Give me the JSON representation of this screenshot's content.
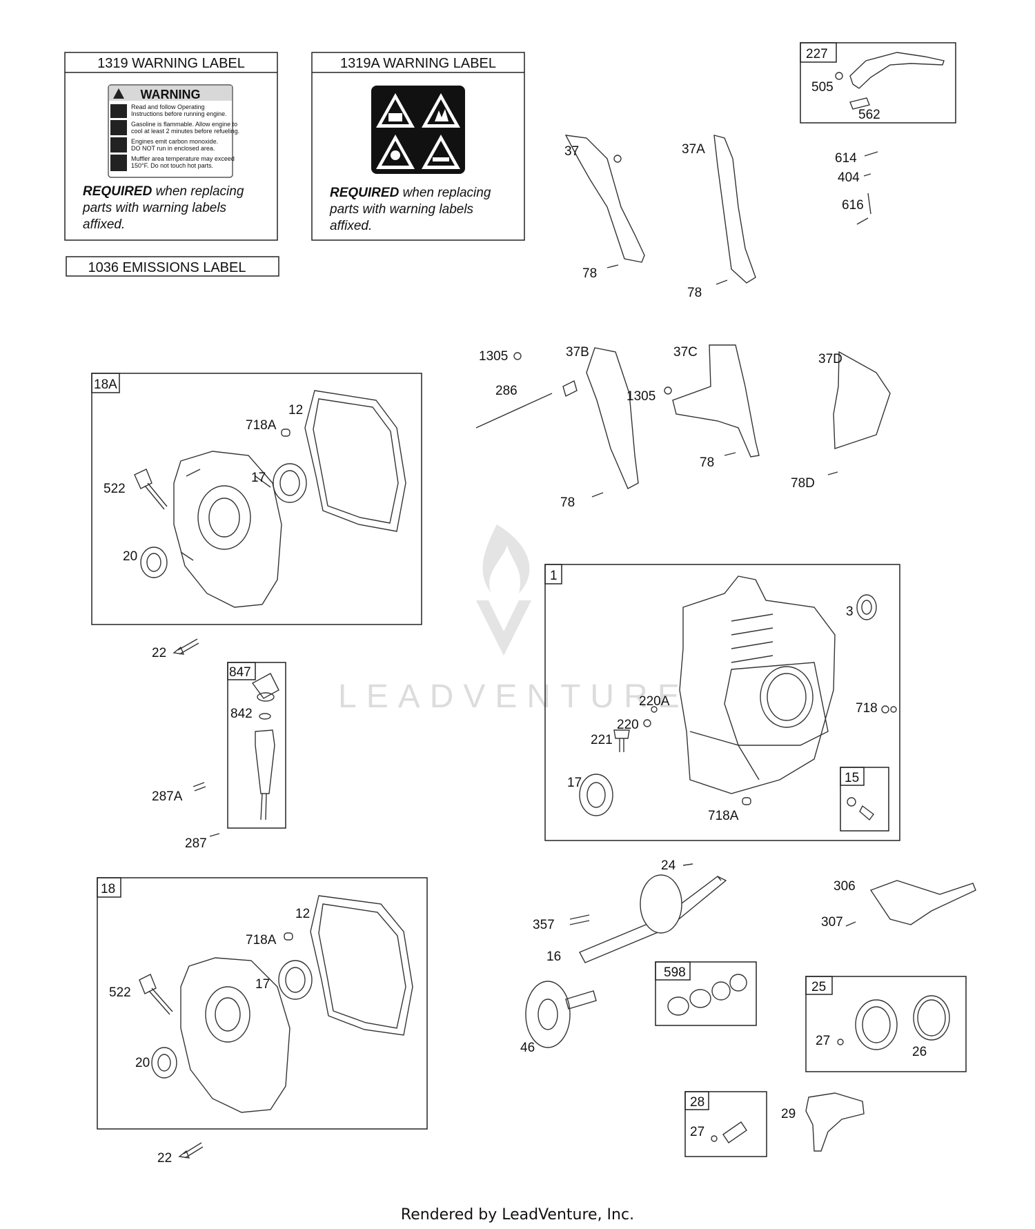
{
  "warning_labels": [
    {
      "header": "1319 WARNING LABEL",
      "required_bold": "REQUIRED",
      "required_rest": " when replacing",
      "line2": "parts with warning labels",
      "line3": "affixed."
    },
    {
      "header": "1319A WARNING LABEL",
      "required_bold": "REQUIRED",
      "required_rest": " when replacing",
      "line2": "parts with warning labels",
      "line3": "affixed."
    }
  ],
  "warning_sticker": {
    "title": "WARNING",
    "lines": [
      "Read and follow Operating",
      "Instructions before running engine.",
      "Gasoline is flammable. Allow engine to",
      "cool at least 2 minutes before refueling.",
      "Engines emit carbon monoxide.",
      "DO NOT run in enclosed area.",
      "Muffler area temperature may exceed",
      "150°F. Do not touch hot parts."
    ]
  },
  "emissions_label": "1036 EMISSIONS LABEL",
  "boxes": {
    "b227": "227",
    "b18a": "18A",
    "b847": "847",
    "b1": "1",
    "b15": "15",
    "b18": "18",
    "b598": "598",
    "b25": "25",
    "b28": "28"
  },
  "callouts": {
    "c505": "505",
    "c562": "562",
    "c37": "37",
    "c37a": "37A",
    "c614": "614",
    "c404": "404",
    "c616": "616",
    "c78a": "78",
    "c78b": "78",
    "c1305a": "1305",
    "c286": "286",
    "c37b": "37B",
    "c37c": "37C",
    "c1305b": "1305",
    "c37d": "37D",
    "c78c": "78",
    "c78d": "78",
    "c78dd": "78D",
    "c718a_1": "718A",
    "c12_1": "12",
    "c17_1": "17",
    "c522_1": "522",
    "c20_1": "20",
    "c22_1": "22",
    "c842": "842",
    "c287a": "287A",
    "c287": "287",
    "c3": "3",
    "c220a": "220A",
    "c220": "220",
    "c221": "221",
    "c718": "718",
    "c17_2": "17",
    "c718a_2": "718A",
    "c718a_3": "718A",
    "c12_2": "12",
    "c17_3": "17",
    "c522_2": "522",
    "c20_2": "20",
    "c22_2": "22",
    "c24": "24",
    "c357": "357",
    "c16": "16",
    "c306": "306",
    "c307": "307",
    "c46": "46",
    "c27a": "27",
    "c26": "26",
    "c27b": "27",
    "c29": "29"
  },
  "watermark": "LEADVENTURE",
  "footer": "Rendered by LeadVenture, Inc."
}
